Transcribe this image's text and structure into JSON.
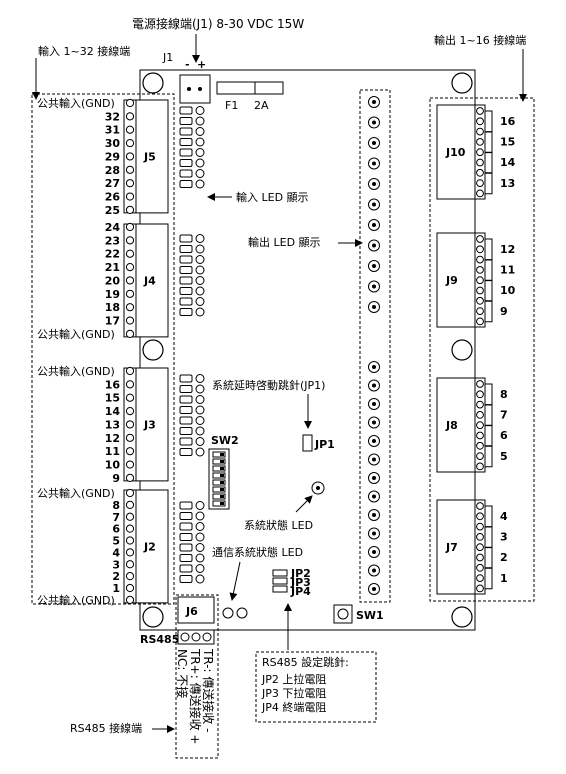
{
  "power": {
    "title": "電源接線端(J1) 8-30 VDC 15W",
    "j1": "J1",
    "minus": "-",
    "plus": "+",
    "fuse": "F1",
    "fuse_rating": "2A"
  },
  "input_block": {
    "title": "輸入 1~32 接線端",
    "gnd": "公共輸入(GND)",
    "j5": {
      "name": "J5",
      "pins": [
        "32",
        "31",
        "30",
        "29",
        "28",
        "27",
        "26",
        "25"
      ]
    },
    "j4": {
      "name": "J4",
      "pins": [
        "24",
        "23",
        "22",
        "21",
        "20",
        "19",
        "18",
        "17"
      ]
    },
    "j3": {
      "name": "J3",
      "pins": [
        "16",
        "15",
        "14",
        "13",
        "12",
        "11",
        "10",
        "9"
      ]
    },
    "j2": {
      "name": "J2",
      "pins": [
        "8",
        "7",
        "6",
        "5",
        "4",
        "3",
        "2",
        "1"
      ]
    }
  },
  "output_block": {
    "title": "輸出 1~16 接線端",
    "j10": {
      "name": "J10",
      "pins": [
        "16",
        "15",
        "14",
        "13"
      ]
    },
    "j9": {
      "name": "J9",
      "pins": [
        "12",
        "11",
        "10",
        "9"
      ]
    },
    "j8": {
      "name": "J8",
      "pins": [
        "8",
        "7",
        "6",
        "5"
      ]
    },
    "j7": {
      "name": "J7",
      "pins": [
        "4",
        "3",
        "2",
        "1"
      ]
    }
  },
  "labels": {
    "input_led": "輸入 LED 顯示",
    "output_led": "輸出 LED 顯示",
    "jp1_desc": "系統延時啓動跳針(JP1)",
    "jp1": "JP1",
    "sw2": "SW2",
    "sys_led": "系統狀態 LED",
    "comm_led": "通信系統狀態 LED",
    "jp2": "JP2",
    "jp3": "JP3",
    "jp4": "JP4",
    "sw1": "SW1",
    "j6": "J6",
    "rs485": "RS485",
    "rs485_term": "RS485 接線端"
  },
  "rs485_pins": {
    "nc": "NC: 不接",
    "trp": "TR+: 傳送接收 +",
    "trm": "TR-: 傳送接收 -"
  },
  "jumper_box": {
    "title": "RS485 設定跳針:",
    "jp2": "JP2 上拉電阻",
    "jp3": "JP3 下拉電阻",
    "jp4": "JP4 終端電阻"
  }
}
